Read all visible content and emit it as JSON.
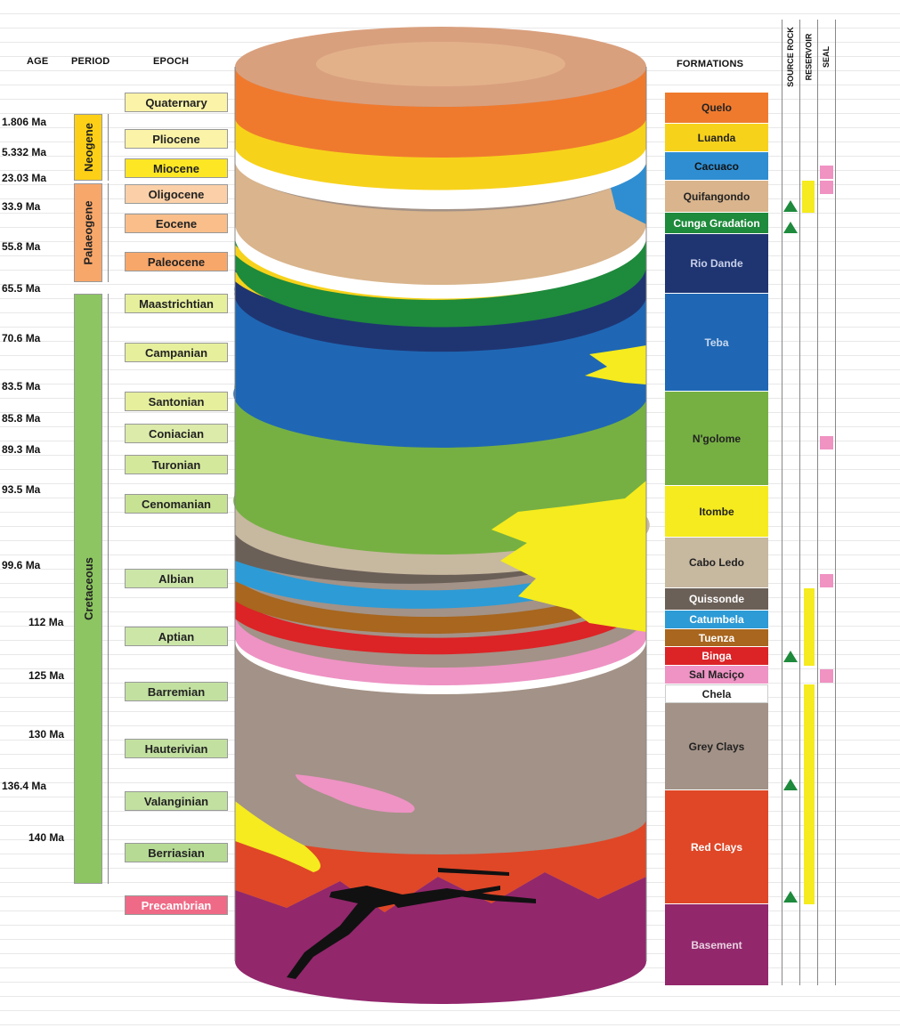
{
  "headers": {
    "age": "AGE",
    "period": "PERIOD",
    "epoch": "EPOCH",
    "formations": "FORMATIONS",
    "source_rock": "SOURCE ROCK",
    "reservoir": "RESERVOIR",
    "seal": "SEAL"
  },
  "ages": [
    "1.806 Ma",
    "5.332 Ma",
    "23.03 Ma",
    "33.9 Ma",
    "55.8 Ma",
    "65.5 Ma",
    "70.6 Ma",
    "83.5 Ma",
    "85.8 Ma",
    "89.3 Ma",
    "93.5 Ma",
    "99.6 Ma",
    "112 Ma",
    "125 Ma",
    "130 Ma",
    "136.4 Ma",
    "140 Ma"
  ],
  "periods": [
    "Neogene",
    "Palaeogene",
    "Cretaceous"
  ],
  "epochs": [
    "Quaternary",
    "Pliocene",
    "Miocene",
    "Oligocene",
    "Eocene",
    "Paleocene",
    "Maastrichtian",
    "Campanian",
    "Santonian",
    "Coniacian",
    "Turonian",
    "Cenomanian",
    "Albian",
    "Aptian",
    "Barremian",
    "Hauterivian",
    "Valanginian",
    "Berriasian",
    "Precambrian"
  ],
  "formations": [
    "Quelo",
    "Luanda",
    "Cacuaco",
    "Quifangondo",
    "Cunga Gradation",
    "Rio Dande",
    "Teba",
    "N'golome",
    "Itombe",
    "Cabo Ledo",
    "Quissonde",
    "Catumbela",
    "Tuenza",
    "Binga",
    "Sal Maciço",
    "Chela",
    "Grey Clays",
    "Red Clays",
    "Basement"
  ],
  "colors": {
    "quelo": "#ef7a2e",
    "luanda": "#f7d21b",
    "cacuaco": "#2f8ed1",
    "quifangondo": "#d9b48c",
    "cunga_gradation": "#1e8a3c",
    "rio_dande": "#1f3572",
    "teba": "#1f67b4",
    "ngolome": "#76b043",
    "itombe": "#f5eb1e",
    "cabo_ledo": "#c7b8a0",
    "quissonde": "#6b6058",
    "catumbela": "#2d9bd6",
    "tuenza": "#a8661e",
    "binga": "#dc2326",
    "sal_macico": "#ee93c4",
    "chela": "#ffffff",
    "grey_clays": "#a39287",
    "red_clays": "#df4727",
    "basement": "#92276c",
    "neogene": "#fdd017",
    "palaeogene": "#f8a76a",
    "cretaceous": "#8cc561",
    "precambrian": "#ef6a86",
    "source_rock": "#1e8a3c",
    "reservoir": "#f5eb1e",
    "seal": "#f092c2"
  },
  "icons": [
    "source-rock-triangle-icon",
    "reservoir-bar-icon",
    "seal-square-icon"
  ]
}
